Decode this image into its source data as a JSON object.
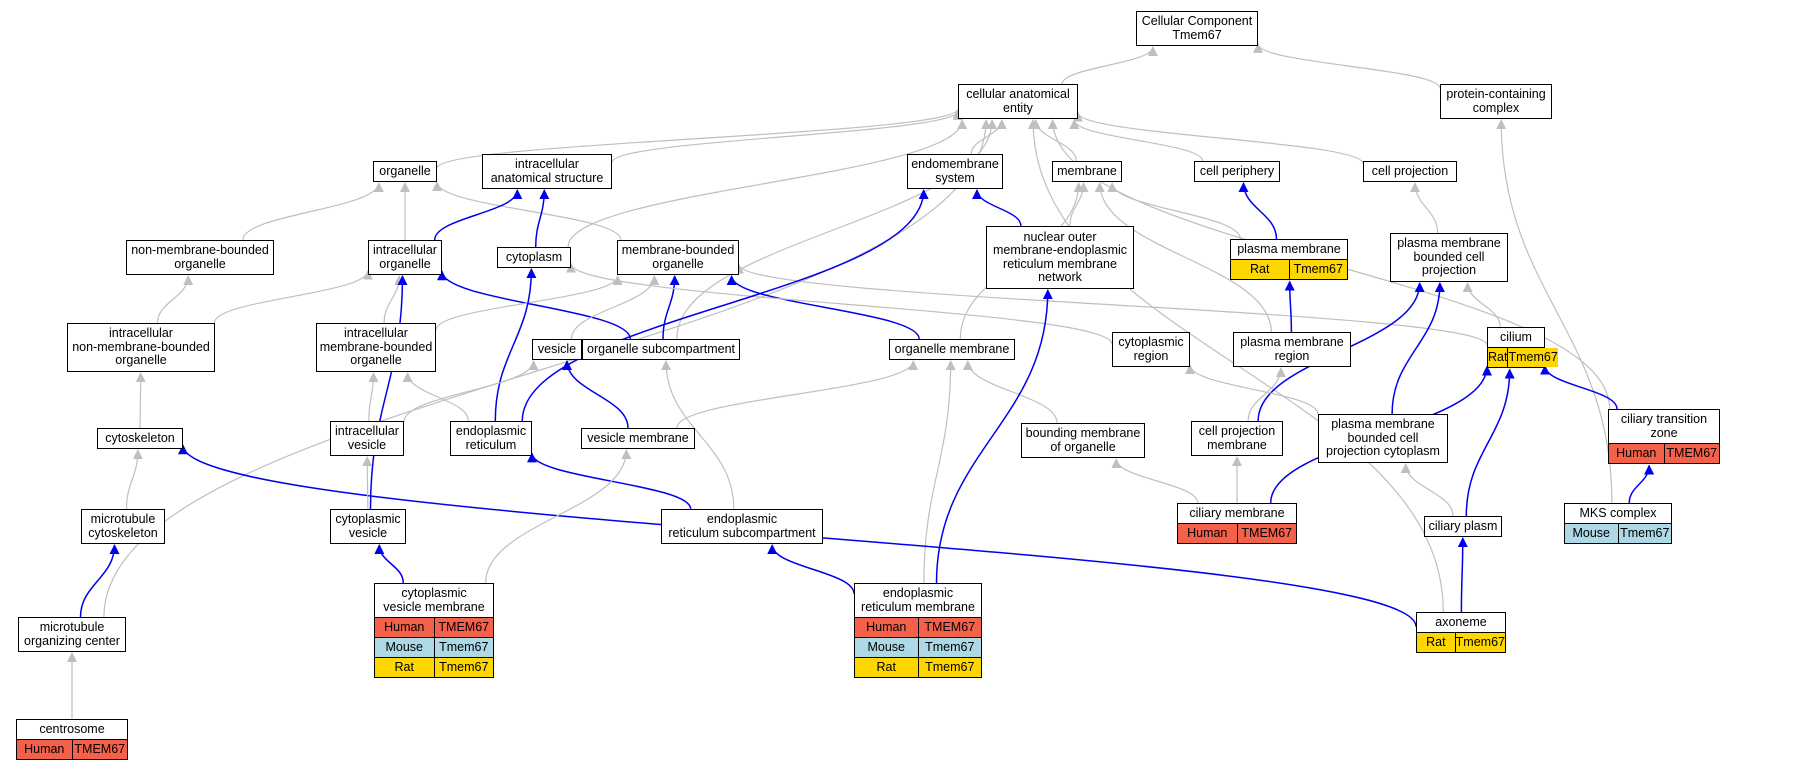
{
  "colors": {
    "gray_edge": "#bfbfbf",
    "blue_edge": "#0000ee",
    "human": "#f4604a",
    "mouse": "#add8e6",
    "rat": "#ffd700"
  },
  "nodes": {
    "root": "Cellular Component\nTmem67",
    "cae": "cellular anatomical\nentity",
    "pcc": "protein-containing\ncomplex",
    "organelle": "organelle",
    "ias": "intracellular\nanatomical structure",
    "endo_sys": "endomembrane\nsystem",
    "membrane": "membrane",
    "cell_periph": "cell periphery",
    "cell_proj": "cell projection",
    "nmbo": "non-membrane-bounded\norganelle",
    "intra_org": "intracellular\norganelle",
    "cytoplasm": "cytoplasm",
    "mbo": "membrane-bounded\norganelle",
    "nuclear": "nuclear outer\nmembrane-endoplasmic\nreticulum membrane\nnetwork",
    "plasma_mem": "plasma membrane",
    "pmbcp": "plasma membrane\nbounded cell\nprojection",
    "inmbo": "intracellular\nnon-membrane-bounded\norganelle",
    "imbo": "intracellular\nmembrane-bounded\norganelle",
    "vesicle": "vesicle",
    "org_sub": "organelle subcompartment",
    "org_mem": "organelle membrane",
    "cyto_region": "cytoplasmic\nregion",
    "pm_region": "plasma membrane\nregion",
    "cilium": "cilium",
    "cytoskeleton": "cytoskeleton",
    "intra_ves": "intracellular\nvesicle",
    "er": "endoplasmic\nreticulum",
    "ves_mem": "vesicle membrane",
    "bound_mem": "bounding membrane\nof organelle",
    "cp_mem": "cell projection\nmembrane",
    "pmbcpc": "plasma membrane\nbounded cell\nprojection cytoplasm",
    "ctz": "ciliary transition\nzone",
    "mt_cyto": "microtubule\ncytoskeleton",
    "cyto_ves": "cytoplasmic\nvesicle",
    "er_sub": "endoplasmic\nreticulum subcompartment",
    "cil_mem": "ciliary membrane",
    "cil_plasm": "ciliary plasm",
    "mks": "MKS complex",
    "cvm": "cytoplasmic\nvesicle membrane",
    "erm": "endoplasmic\nreticulum membrane",
    "mtoc": "microtubule\norganizing center",
    "axoneme": "axoneme",
    "centrosome": "centrosome"
  },
  "annotations": {
    "plasma_mem": [
      [
        "Rat",
        "Tmem67"
      ]
    ],
    "cilium": [
      [
        "Rat",
        "Tmem67"
      ]
    ],
    "ctz": [
      [
        "Human",
        "TMEM67"
      ]
    ],
    "cil_mem": [
      [
        "Human",
        "TMEM67"
      ]
    ],
    "mks": [
      [
        "Mouse",
        "Tmem67"
      ]
    ],
    "cvm": [
      [
        "Human",
        "TMEM67"
      ],
      [
        "Mouse",
        "Tmem67"
      ],
      [
        "Rat",
        "Tmem67"
      ]
    ],
    "erm": [
      [
        "Human",
        "TMEM67"
      ],
      [
        "Mouse",
        "Tmem67"
      ],
      [
        "Rat",
        "Tmem67"
      ]
    ],
    "axoneme": [
      [
        "Rat",
        "Tmem67"
      ]
    ],
    "centrosome": [
      [
        "Human",
        "TMEM67"
      ]
    ]
  },
  "edges": [
    {
      "from": "cae",
      "to": "root",
      "color": "gray"
    },
    {
      "from": "pcc",
      "to": "root",
      "color": "gray"
    },
    {
      "from": "organelle",
      "to": "cae",
      "color": "gray"
    },
    {
      "from": "ias",
      "to": "cae",
      "color": "gray"
    },
    {
      "from": "endo_sys",
      "to": "cae",
      "color": "gray"
    },
    {
      "from": "membrane",
      "to": "cae",
      "color": "gray"
    },
    {
      "from": "cell_periph",
      "to": "cae",
      "color": "gray"
    },
    {
      "from": "cell_proj",
      "to": "cae",
      "color": "gray"
    },
    {
      "from": "cytoplasm",
      "to": "cae",
      "color": "gray"
    },
    {
      "from": "org_sub",
      "to": "cae",
      "color": "gray"
    },
    {
      "from": "mtoc",
      "to": "cae",
      "color": "gray"
    },
    {
      "from": "ctz",
      "to": "cae",
      "color": "gray"
    },
    {
      "from": "axoneme",
      "to": "cae",
      "color": "gray"
    },
    {
      "from": "mks",
      "to": "pcc",
      "color": "gray"
    },
    {
      "from": "nmbo",
      "to": "organelle",
      "color": "gray"
    },
    {
      "from": "intra_org",
      "to": "organelle",
      "color": "gray"
    },
    {
      "from": "mbo",
      "to": "organelle",
      "color": "gray"
    },
    {
      "from": "intra_org",
      "to": "ias",
      "color": "blue"
    },
    {
      "from": "cytoplasm",
      "to": "ias",
      "color": "blue"
    },
    {
      "from": "inmbo",
      "to": "nmbo",
      "color": "gray"
    },
    {
      "from": "inmbo",
      "to": "intra_org",
      "color": "gray"
    },
    {
      "from": "imbo",
      "to": "intra_org",
      "color": "gray"
    },
    {
      "from": "org_sub",
      "to": "intra_org",
      "color": "blue"
    },
    {
      "from": "imbo",
      "to": "mbo",
      "color": "gray"
    },
    {
      "from": "vesicle",
      "to": "mbo",
      "color": "gray"
    },
    {
      "from": "org_sub",
      "to": "mbo",
      "color": "blue"
    },
    {
      "from": "org_mem",
      "to": "mbo",
      "color": "blue"
    },
    {
      "from": "cilium",
      "to": "mbo",
      "color": "gray"
    },
    {
      "from": "cyto_region",
      "to": "cytoplasm",
      "color": "gray"
    },
    {
      "from": "er",
      "to": "cytoplasm",
      "color": "blue"
    },
    {
      "from": "cyto_ves",
      "to": "intra_org",
      "color": "blue"
    },
    {
      "from": "er",
      "to": "endo_sys",
      "color": "blue"
    },
    {
      "from": "nuclear",
      "to": "endo_sys",
      "color": "blue"
    },
    {
      "from": "nuclear",
      "to": "membrane",
      "color": "gray"
    },
    {
      "from": "org_mem",
      "to": "membrane",
      "color": "gray"
    },
    {
      "from": "plasma_mem",
      "to": "membrane",
      "color": "gray"
    },
    {
      "from": "pm_region",
      "to": "membrane",
      "color": "gray"
    },
    {
      "from": "plasma_mem",
      "to": "cell_periph",
      "color": "blue"
    },
    {
      "from": "pmbcp",
      "to": "cell_proj",
      "color": "gray"
    },
    {
      "from": "pm_region",
      "to": "plasma_mem",
      "color": "blue"
    },
    {
      "from": "cilium",
      "to": "pmbcp",
      "color": "gray"
    },
    {
      "from": "cp_mem",
      "to": "pmbcp",
      "color": "blue"
    },
    {
      "from": "pmbcpc",
      "to": "pmbcp",
      "color": "blue"
    },
    {
      "from": "cytoskeleton",
      "to": "inmbo",
      "color": "gray"
    },
    {
      "from": "intra_ves",
      "to": "imbo",
      "color": "gray"
    },
    {
      "from": "er",
      "to": "imbo",
      "color": "gray"
    },
    {
      "from": "intra_ves",
      "to": "vesicle",
      "color": "gray"
    },
    {
      "from": "ves_mem",
      "to": "vesicle",
      "color": "blue"
    },
    {
      "from": "er_sub",
      "to": "org_sub",
      "color": "gray"
    },
    {
      "from": "ves_mem",
      "to": "org_mem",
      "color": "gray"
    },
    {
      "from": "bound_mem",
      "to": "org_mem",
      "color": "gray"
    },
    {
      "from": "erm",
      "to": "org_mem",
      "color": "gray"
    },
    {
      "from": "pmbcpc",
      "to": "cyto_region",
      "color": "gray"
    },
    {
      "from": "cp_mem",
      "to": "pm_region",
      "color": "gray"
    },
    {
      "from": "cil_mem",
      "to": "cilium",
      "color": "blue"
    },
    {
      "from": "cil_plasm",
      "to": "cilium",
      "color": "blue"
    },
    {
      "from": "ctz",
      "to": "cilium",
      "color": "blue"
    },
    {
      "from": "mt_cyto",
      "to": "cytoskeleton",
      "color": "gray"
    },
    {
      "from": "axoneme",
      "to": "cytoskeleton",
      "color": "blue"
    },
    {
      "from": "cyto_ves",
      "to": "intra_ves",
      "color": "gray"
    },
    {
      "from": "er_sub",
      "to": "er",
      "color": "blue"
    },
    {
      "from": "cvm",
      "to": "ves_mem",
      "color": "gray"
    },
    {
      "from": "cil_mem",
      "to": "bound_mem",
      "color": "gray"
    },
    {
      "from": "cil_mem",
      "to": "cp_mem",
      "color": "gray"
    },
    {
      "from": "cil_plasm",
      "to": "pmbcpc",
      "color": "gray"
    },
    {
      "from": "mks",
      "to": "ctz",
      "color": "blue"
    },
    {
      "from": "mtoc",
      "to": "mt_cyto",
      "color": "blue"
    },
    {
      "from": "cvm",
      "to": "cyto_ves",
      "color": "blue"
    },
    {
      "from": "erm",
      "to": "er_sub",
      "color": "blue"
    },
    {
      "from": "erm",
      "to": "nuclear",
      "color": "blue"
    },
    {
      "from": "axoneme",
      "to": "cil_plasm",
      "color": "blue"
    },
    {
      "from": "centrosome",
      "to": "mtoc",
      "color": "gray"
    }
  ]
}
